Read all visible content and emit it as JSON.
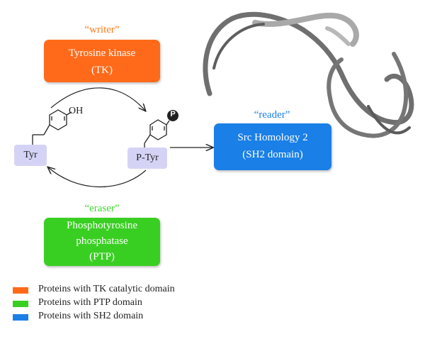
{
  "colors": {
    "writer": "#ff6a1a",
    "eraser": "#39cf22",
    "reader": "#1a7fe6",
    "writer_label": "#ff7a1a",
    "eraser_label": "#3fd830",
    "reader_label": "#1a80e8",
    "molecule_box": "#d5d3f5",
    "sh2_structure": "#6f6f6f"
  },
  "writer": {
    "role_label": "“writer”",
    "box_line1": "Tyrosine kinase",
    "box_line2": "(TK)"
  },
  "eraser": {
    "role_label": "“eraser”",
    "box_line1": "Phosphotyrosine",
    "box_line2": "phosphatase",
    "box_line3": "(PTP)"
  },
  "reader": {
    "role_label": "“reader”",
    "box_line1": "Src Homology 2",
    "box_line2": "(SH2 domain)"
  },
  "molecules": {
    "tyr_label": "Tyr",
    "ptyr_label": "P-Tyr",
    "hydroxyl": "OH",
    "phosphate": "P"
  },
  "legend": [
    {
      "label": "Proteins with TK catalytic domain",
      "color": "#ff6a1a"
    },
    {
      "label": "Proteins with PTP domain",
      "color": "#39cf22"
    },
    {
      "label": "Proteins with SH2 domain",
      "color": "#1a7fe6"
    }
  ]
}
